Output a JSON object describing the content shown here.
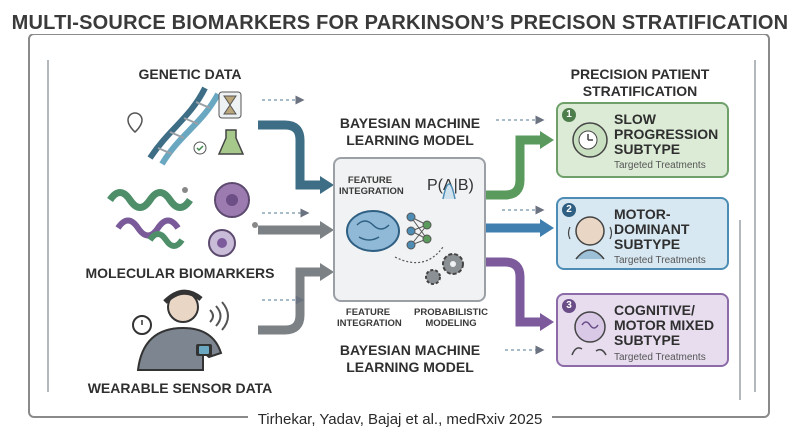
{
  "title": "MULTI-SOURCE BIOMARKERS FOR PARKINSON’S PRECISON STRATIFICATION",
  "inputs": {
    "genetic": "GENETIC DATA",
    "molecular": "MOLECULAR BIOMARKERS",
    "wearable": "WEARABLE SENSOR DATA"
  },
  "model": {
    "title_top": "BAYESIAN MACHINE LEARNING MODEL",
    "title_bottom": "BAYESIAN MACHINE LEARNING MODEL",
    "feature_integration_top": "FEATURE INTEGRATION",
    "formula": "P(A|B)",
    "feature_integration_bottom": "FEATURE INTEGRATION",
    "probabilistic_modeling": "PROBABILISTIC MODELING"
  },
  "output": {
    "header": "PRECISION PATIENT STRATIFICATION",
    "cards": [
      {
        "num": "1",
        "title": "SLOW PROGRESSION SUBTYPE",
        "sub": "Targeted Treatments",
        "color": "#6fa06a",
        "fill": "#dcebd6"
      },
      {
        "num": "2",
        "title": "MOTOR-DOMINANT SUBTYPE",
        "sub": "Targeted Treatments",
        "color": "#4d8db5",
        "fill": "#d7e8f2"
      },
      {
        "num": "3",
        "title": "COGNITIVE/ MOTOR MIXED SUBTYPE",
        "sub": "Targeted Treatments",
        "color": "#8c6ba8",
        "fill": "#e7ddef"
      }
    ]
  },
  "citation": "Tirhekar, Yadav, Bajaj et al., medRxiv 2025",
  "colors": {
    "teal": "#3e6e86",
    "gray": "#7c8185",
    "green": "#5a9a5c",
    "blue": "#3f7fb0",
    "purple": "#7d5a9c"
  }
}
